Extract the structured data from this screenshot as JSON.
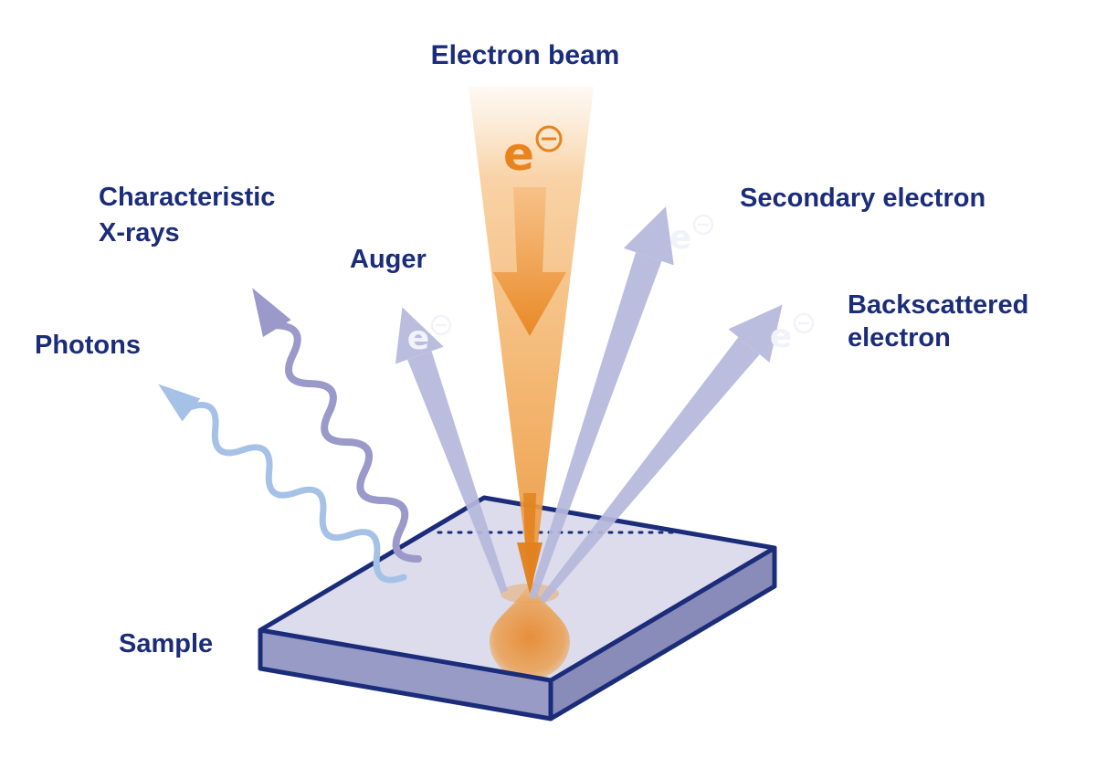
{
  "labels": {
    "electron_beam": "Electron beam",
    "characteristic_xrays": [
      "Characteristic",
      "X-rays"
    ],
    "photons": "Photons",
    "auger": "Auger",
    "secondary_electron": "Secondary electron",
    "backscattered_electron": [
      "Backscattered",
      "electron"
    ],
    "sample": "Sample"
  },
  "symbols": {
    "electron": "e"
  },
  "colors": {
    "navy": "#1b2d7a",
    "orange": "#e8831d",
    "beam_light": "#f5bd7e",
    "lavender_arrow": "#b5b7db",
    "purple_wave": "#9b99c9",
    "blue_wave": "#a5c2e6",
    "box_top": "#c7c7e0",
    "box_side_left": "#8f92c0",
    "box_side_right": "#7f82b3",
    "electron_symbol_on_arrows": "#f2f2fa"
  }
}
